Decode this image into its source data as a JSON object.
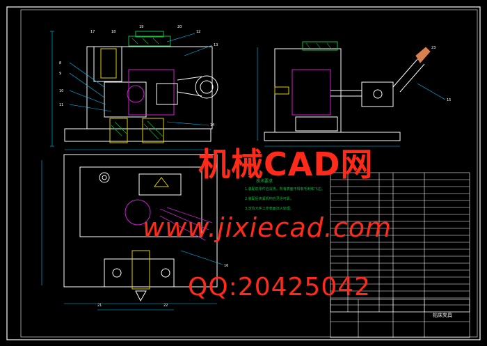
{
  "drawing": {
    "title_cell": "钻床夹具",
    "notes_heading": "技术要求",
    "notes": [
      "1.装配前零件应清洗，所有表面不得有毛刺和飞边。",
      "2.装配后夹紧机构应灵活可靠。",
      "3.定位元件工作表面淬火处理。"
    ],
    "callouts": [
      "8",
      "9",
      "10",
      "11",
      "12",
      "13",
      "14",
      "15",
      "16",
      "17",
      "18",
      "19",
      "20",
      "21",
      "22",
      "23"
    ],
    "parts_table_rows": 20,
    "colors": {
      "background": "#000000",
      "frame": "#ffffff",
      "outline": "#ffffff",
      "dimension": "#00c8ff",
      "leader": "#00c8ff",
      "hatch_magenta": "#d020d0",
      "green_part": "#10c040",
      "yellow_part": "#e0d000",
      "red_text": "#ff2a1a"
    }
  },
  "watermark": {
    "line1": "机械CAD网",
    "line2": "www.jixiecad.com",
    "line3": "QQ:20425042"
  }
}
